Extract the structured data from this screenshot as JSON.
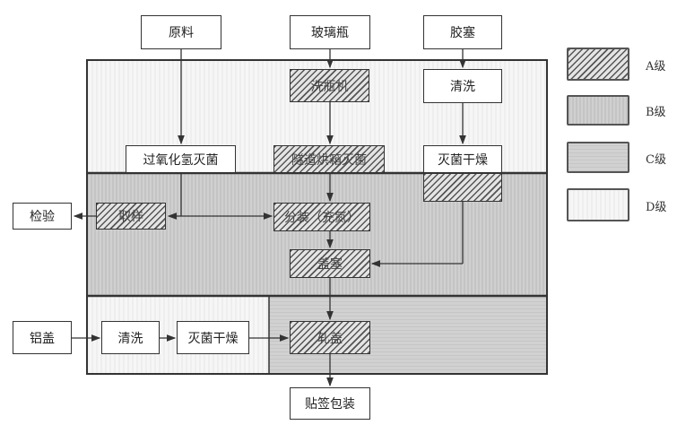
{
  "inputs": {
    "raw_material": "原料",
    "glass_bottle": "玻璃瓶",
    "rubber_stopper": "胶塞",
    "aluminum_cap": "铝盖"
  },
  "steps": {
    "bottle_washer": "洗瓶机",
    "stopper_wash": "清洗",
    "h2o2_sterilize": "过氧化氢灭菌",
    "tunnel_oven_sterilize": "隧道烘箱灭菌",
    "stopper_sterilize_dry": "灭菌干燥",
    "sampling": "取样",
    "inspection": "检验",
    "filling": "分装（充氮）",
    "stoppering": "盖塞",
    "cap_wash": "清洗",
    "cap_sterilize_dry": "灭菌干燥",
    "capping": "轧盖",
    "label_pack": "贴签包装"
  },
  "legend": [
    {
      "label": "A级"
    },
    {
      "label": "B级"
    },
    {
      "label": "C级"
    },
    {
      "label": "D级"
    }
  ]
}
